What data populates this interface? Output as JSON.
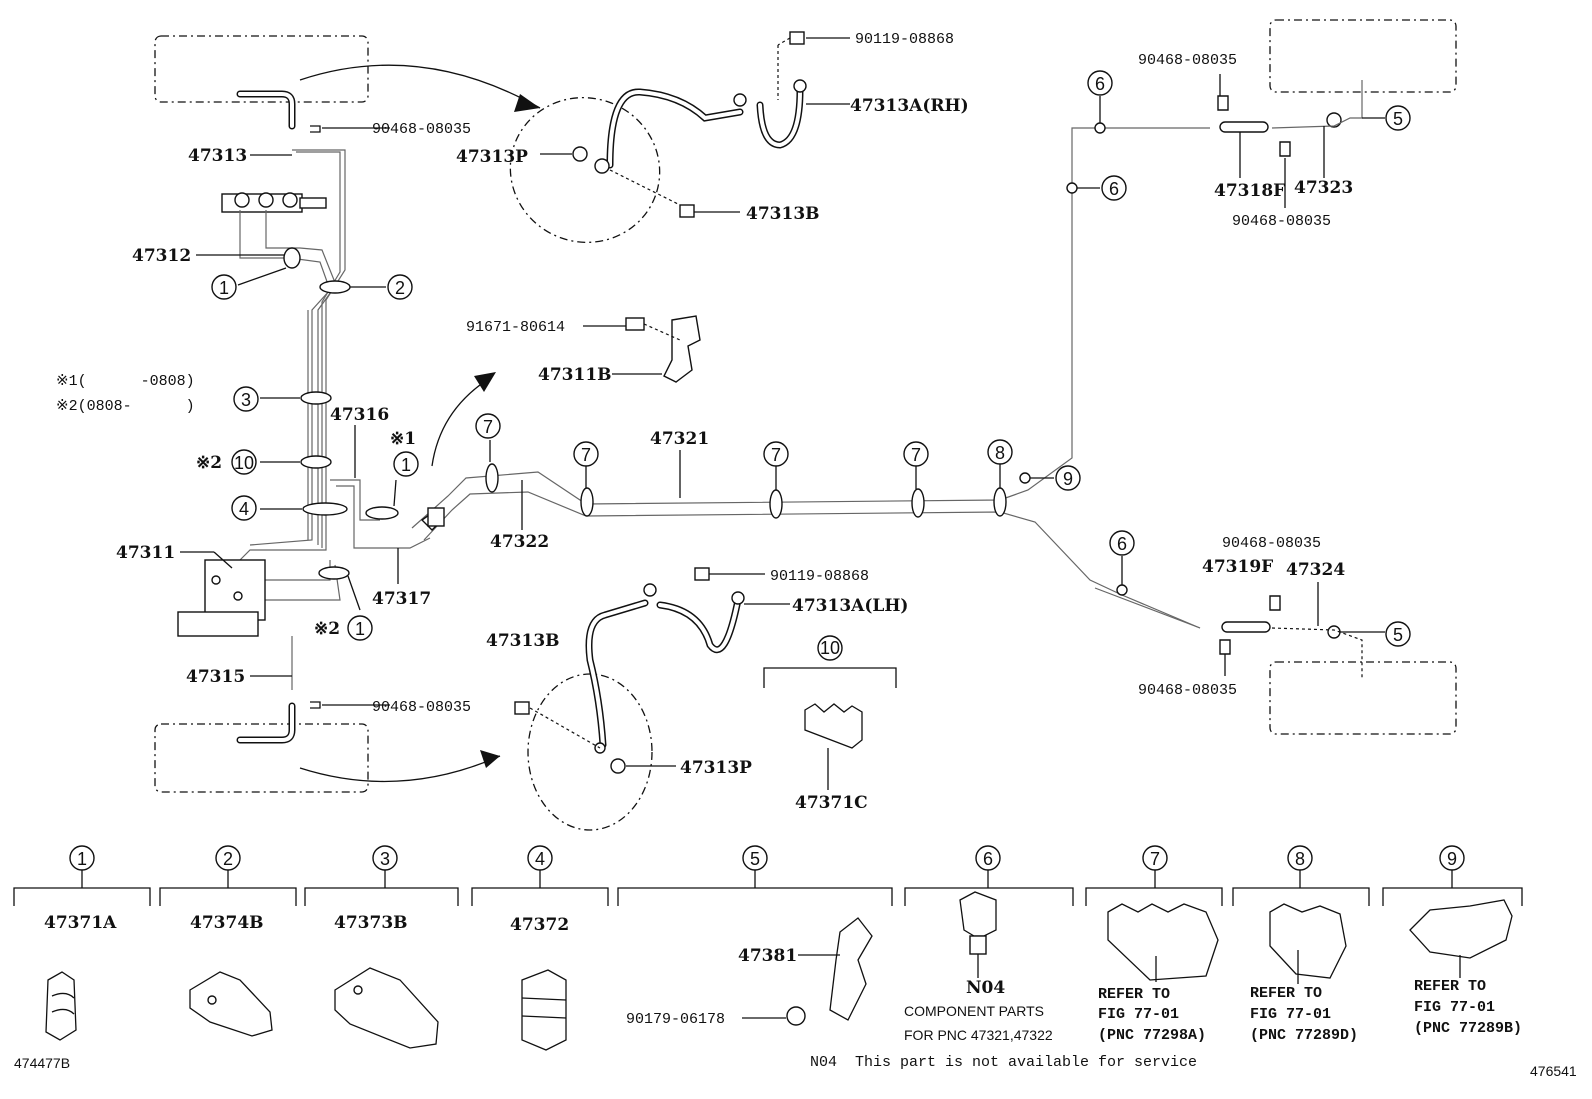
{
  "labels": {
    "p47313": "47313",
    "p47312": "47312",
    "p47316": "47316",
    "p47311": "47311",
    "p47315": "47315",
    "p47317": "47317",
    "p47322": "47322",
    "p47321": "47321",
    "p47311B": "47311B",
    "p47313P_top": "47313P",
    "p47313B_top": "47313B",
    "p47313A_RH": "47313A(RH)",
    "p47313A_LH": "47313A(LH)",
    "p47313B_bot": "47313B",
    "p47313P_bot": "47313P",
    "p47371C": "47371C",
    "p47318F": "47318F",
    "p47323": "47323",
    "p47319F": "47319F",
    "p47324": "47324",
    "p47371A": "47371A",
    "p47374B": "47374B",
    "p47373B": "47373B",
    "p47372": "47372",
    "p47381": "47381",
    "n04": "N04",
    "x1": "※1",
    "x2a": "※2",
    "x2b": "※2"
  },
  "part_numbers": {
    "clip_top_left": "90468-08035",
    "clip_bot_left": "90468-08035",
    "bolt_top": "90119-08868",
    "bolt_bot": "90119-08868",
    "bolt_bracket": "91671-80614",
    "clip_rt_top": "90468-08035",
    "clip_rt_mid": "90468-08035",
    "clip_rb_top": "90468-08035",
    "clip_rb_bot": "90468-08035",
    "bolt_47381": "90179-06178"
  },
  "notes": {
    "range1": "※1(      -0808)",
    "range2": "※2(0808-      )",
    "comp1": "COMPONENT PARTS",
    "comp2": "FOR PNC 47321,47322",
    "n04_note": "N04  This part is not available for service",
    "ref7a": "REFER TO",
    "ref7b": "FIG 77-01",
    "ref7c": "(PNC 77298A)",
    "ref8a": "REFER TO",
    "ref8b": "FIG 77-01",
    "ref8c": "(PNC 77289D)",
    "ref9a": "REFER TO",
    "ref9b": "FIG 77-01",
    "ref9c": "(PNC 77289B)"
  },
  "callouts": {
    "c1": "1",
    "c2": "2",
    "c3": "3",
    "c4": "4",
    "c5": "5",
    "c6": "6",
    "c7": "7",
    "c8": "8",
    "c9": "9",
    "c10": "10"
  },
  "footer": {
    "left_code": "474477B",
    "right_code": "476541"
  }
}
